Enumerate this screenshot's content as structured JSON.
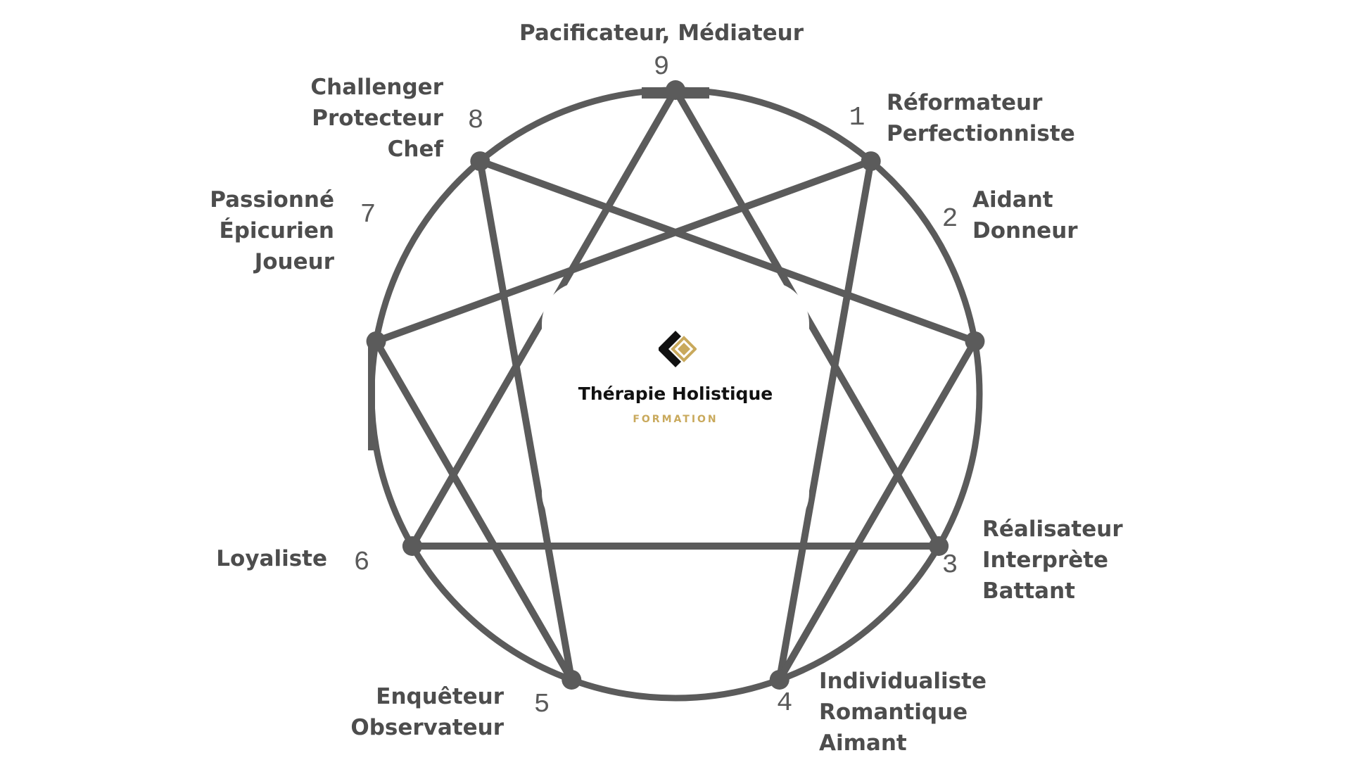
{
  "types": [
    {
      "number": "9",
      "lines": [
        "Pacificateur, Médiateur"
      ]
    },
    {
      "number": "1",
      "lines": [
        "Réformateur",
        "Perfectionniste"
      ]
    },
    {
      "number": "2",
      "lines": [
        "Aidant",
        "Donneur"
      ]
    },
    {
      "number": "3",
      "lines": [
        "Réalisateur",
        "Interprète",
        "Battant"
      ]
    },
    {
      "number": "4",
      "lines": [
        "Individualiste",
        "Romantique",
        "Aimant"
      ]
    },
    {
      "number": "5",
      "lines": [
        "Enquêteur",
        "Observateur"
      ]
    },
    {
      "number": "6",
      "lines": [
        "Loyaliste"
      ]
    },
    {
      "number": "7",
      "lines": [
        "Passionné",
        "Épicurien",
        "Joueur"
      ]
    },
    {
      "number": "8",
      "lines": [
        "Challenger",
        "Protecteur",
        "Chef"
      ]
    }
  ],
  "brand": {
    "name": "Thérapie Holistique",
    "subtitle": "FORMATION"
  },
  "colors": {
    "diagram": "#5b5b5b",
    "label": "#4d4d4d",
    "brand_gold": "#c9a95c",
    "brand_dark": "#111111"
  },
  "icons": {
    "logo": "chevron-diamond-logo-icon"
  }
}
